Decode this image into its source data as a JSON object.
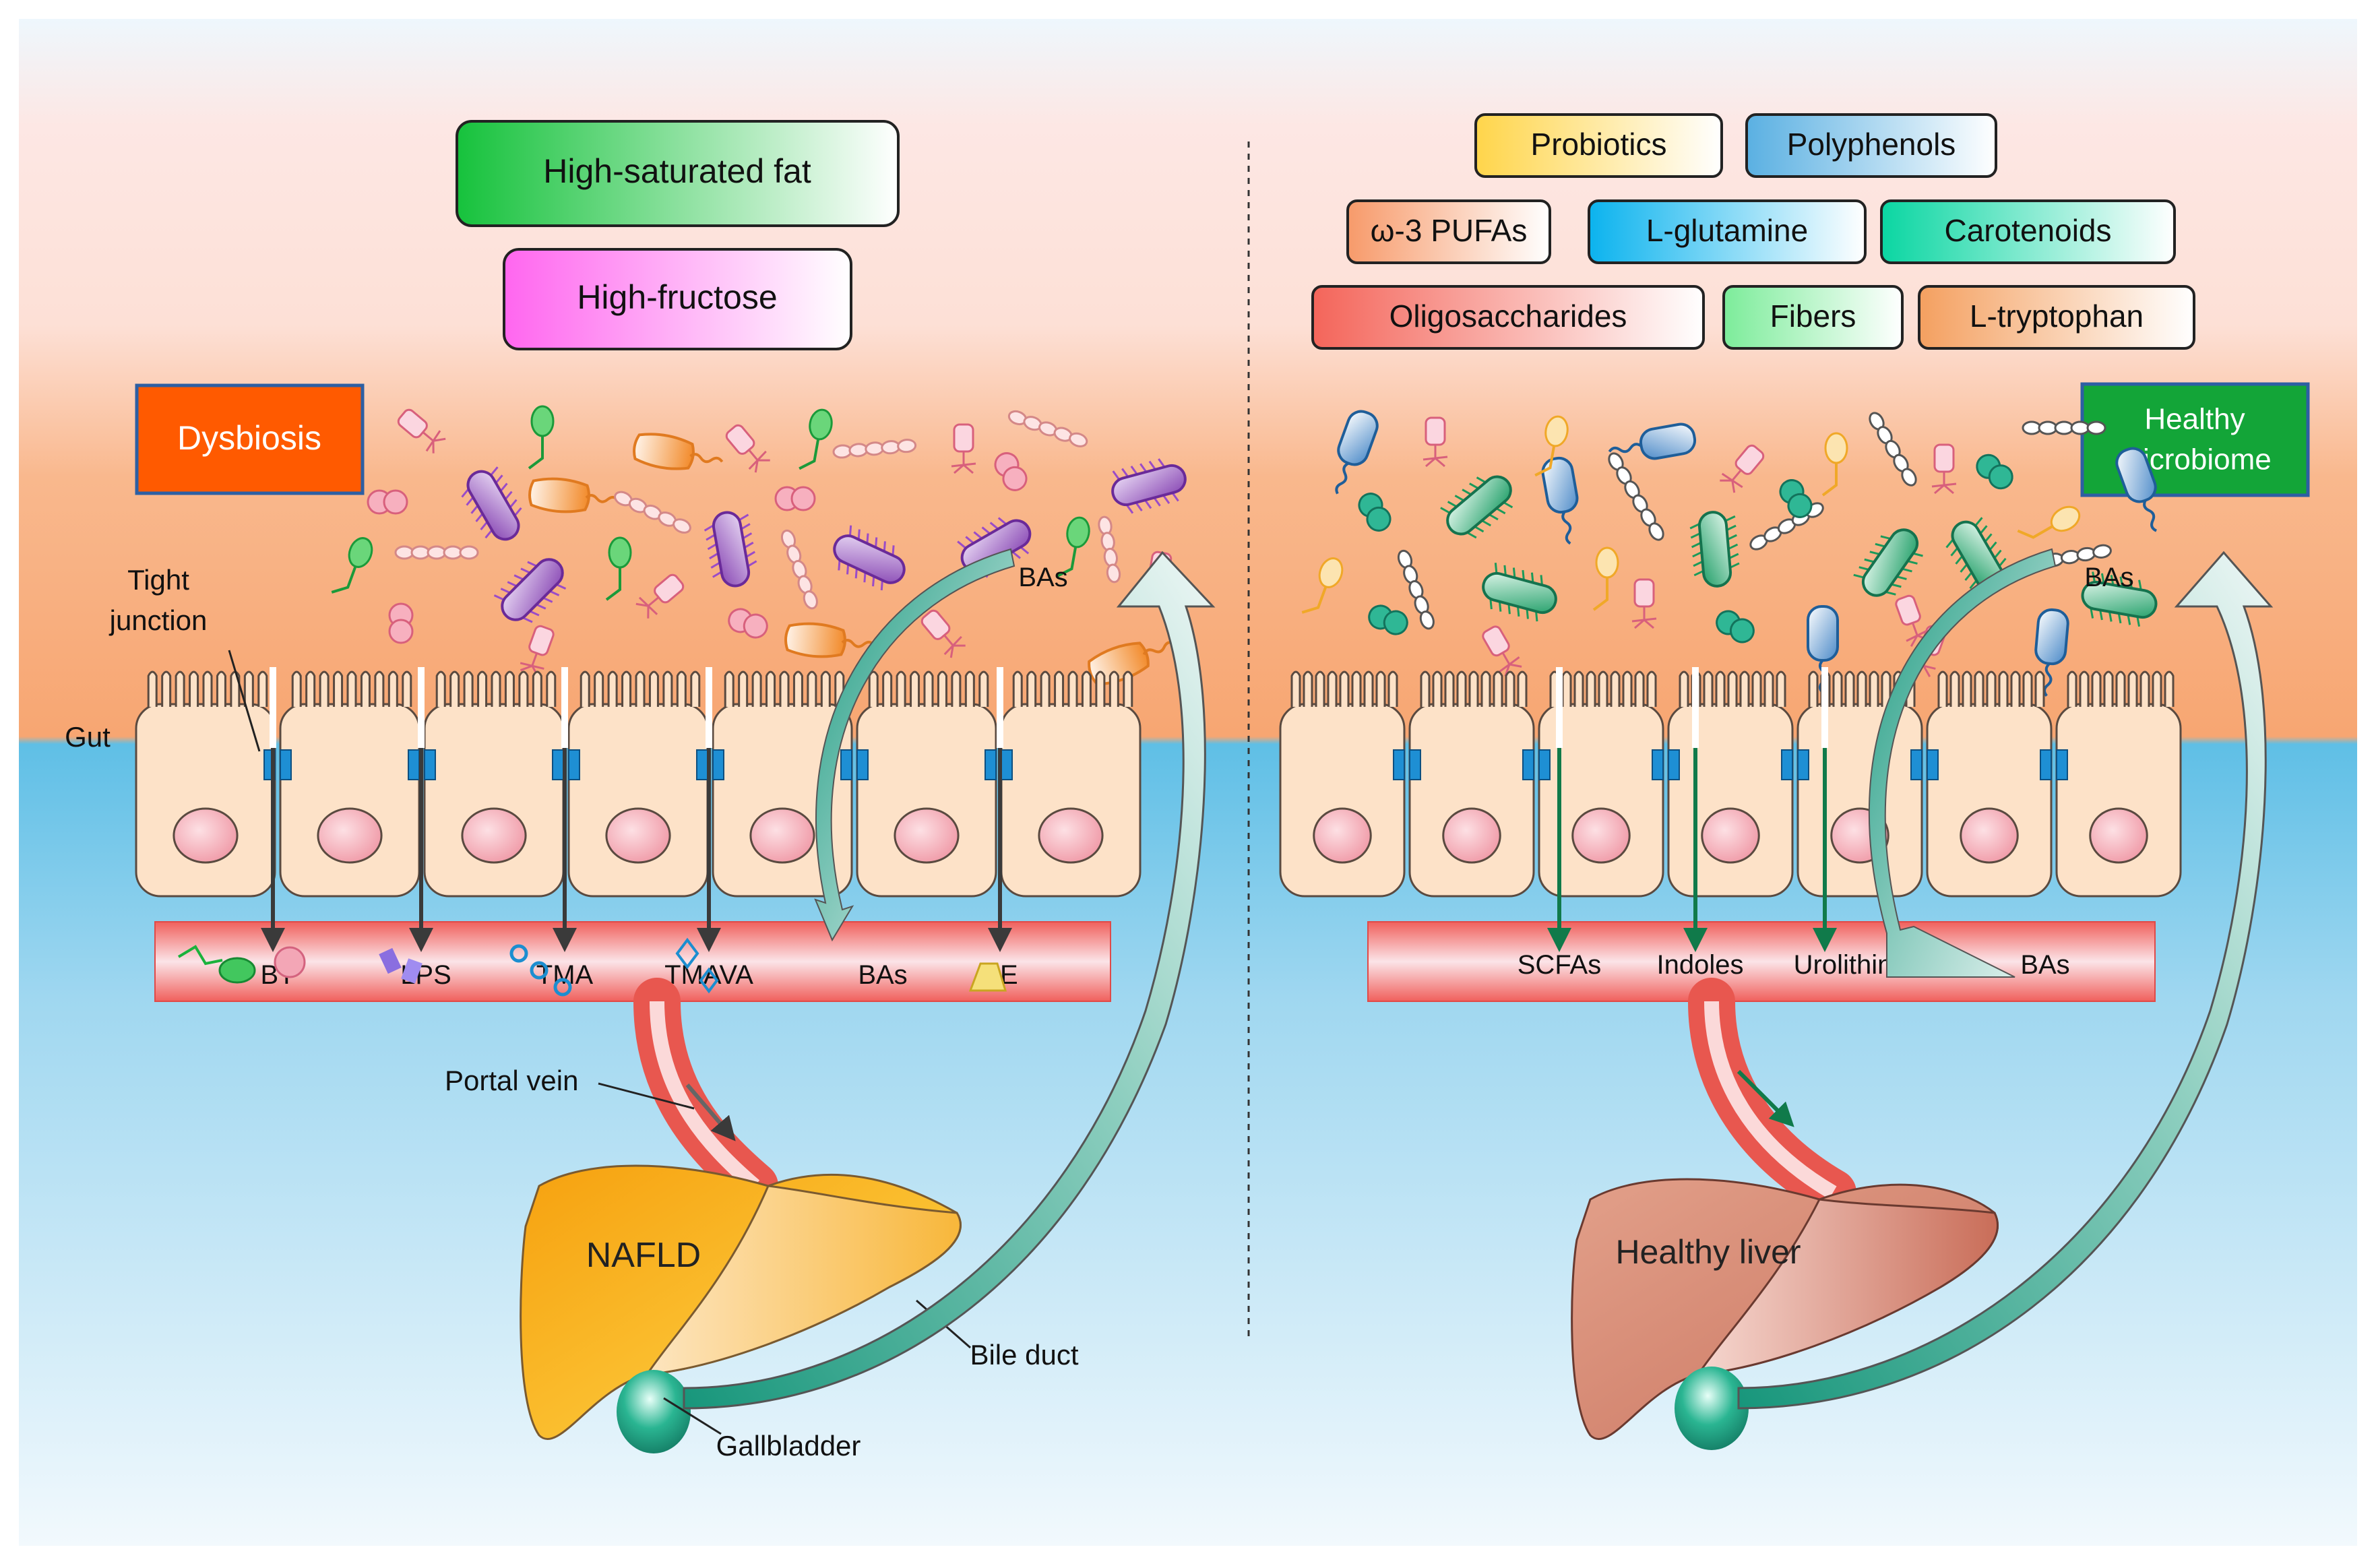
{
  "left": {
    "diet_boxes": [
      "High-saturated fat",
      "High-fructose"
    ],
    "status": "Dysbiosis",
    "labels": {
      "tight_junction_1": "Tight",
      "tight_junction_2": "junction",
      "gut": "Gut",
      "bas_top": "BAs",
      "portal_vein": "Portal vein",
      "bile_duct": "Bile duct",
      "gallbladder": "Gallbladder",
      "liver": "NAFLD"
    },
    "metabolites": [
      "BT",
      "LPS",
      "TMA",
      "TMAVA",
      "BAs",
      "EE"
    ]
  },
  "right": {
    "diet_boxes": [
      "Probiotics",
      "Polyphenols",
      "ω-3 PUFAs",
      "L-glutamine",
      "Carotenoids",
      "Oligosaccharides",
      "Fibers",
      "L-tryptophan"
    ],
    "status_line1": "Healthy",
    "status_line2": "microbiome",
    "labels": {
      "bas_top": "BAs",
      "liver": "Healthy liver"
    },
    "metabolites": [
      "SCFAs",
      "Indoles",
      "Urolithins",
      "BAs"
    ]
  },
  "colors": {
    "upper_bg": "#f7a672",
    "lower_bg": "#5fbfe6",
    "dysbiosis": "#ff5a00",
    "healthy": "#13a538",
    "nafld_liver": "#f6a818",
    "healthy_liver": "#c8826a",
    "gallbladder": "#1f9e84",
    "cell": "#fde2c8",
    "nucleus": "#f3a9b4",
    "tight_junction": "#1e8fd4",
    "vessel": "#f0726e"
  }
}
